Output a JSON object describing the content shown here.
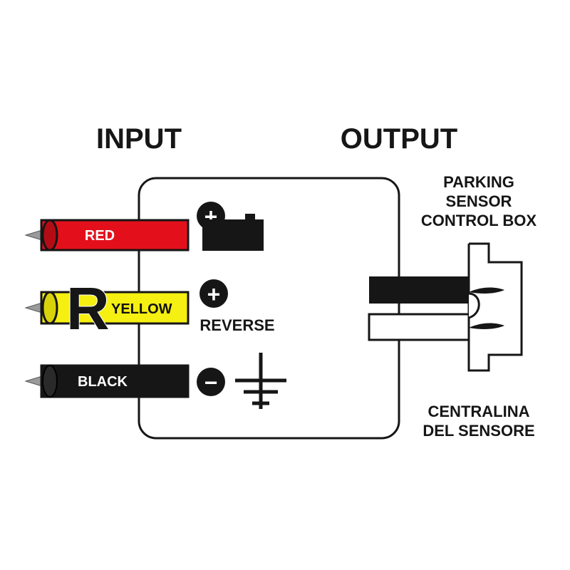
{
  "headings": {
    "input": "INPUT",
    "output": "OUTPUT"
  },
  "wires": [
    {
      "label": "RED",
      "color": "#e3101c",
      "text_color": "#ffffff"
    },
    {
      "label": "YELLOW",
      "color": "#f5ef12",
      "text_color": "#111111"
    },
    {
      "label": "BLACK",
      "color": "#161616",
      "text_color": "#ffffff"
    }
  ],
  "reverse_letter": "R",
  "terminals": {
    "positive_battery_symbol": "+",
    "reverse_symbol": "+",
    "reverse_label": "REVERSE",
    "ground_symbol": "−"
  },
  "output_label_en": [
    "PARKING",
    "SENSOR",
    "CONTROL BOX"
  ],
  "output_label_it": [
    "CENTRALINA",
    "DEL SENSORE"
  ],
  "icons": [
    "battery-icon",
    "ground-icon",
    "connector-plug-icon"
  ],
  "colors": {
    "ink": "#161616",
    "red_wire": "#e3101c",
    "yellow_wire": "#f5ef12",
    "pin": "#9a9a9a"
  }
}
